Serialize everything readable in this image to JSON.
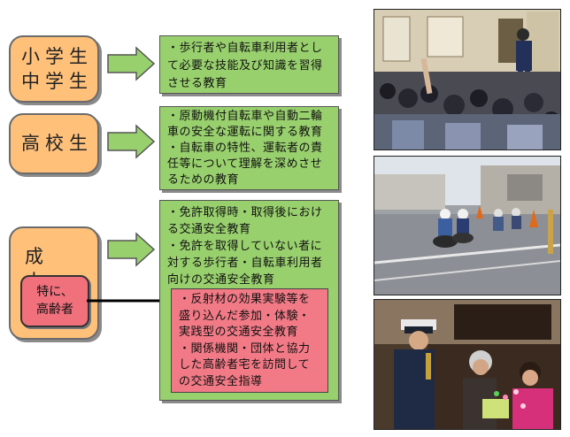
{
  "categories": {
    "students": {
      "line1": "小学生",
      "line2": "中学生"
    },
    "high_school": {
      "label": "高校生"
    },
    "adult": {
      "label": "成　　人",
      "sub_line1": "特に、",
      "sub_line2": "高齢者"
    }
  },
  "descriptions": {
    "students": [
      "・歩行者や自転車利用者とし",
      "て必要な技能及び知識を習得",
      "させる教育"
    ],
    "high_school": [
      "・原動機付自転車や自動二輪",
      "車の安全な運転に関する教育",
      "・自転車の特性、運転者の責",
      "任等について理解を深めさせ",
      "るための教育"
    ],
    "adult": [
      "・免許取得時・取得後におけ",
      "る交通安全教育",
      "・免許を取得していない者に",
      "対する歩行者・自転車利用者",
      "向けの交通安全教育"
    ],
    "elderly": [
      "・反射材の効果実験等を",
      "盛り込んだ参加・体験・",
      "実践型の交通安全教育",
      "・関係機関・団体と協力",
      "した高齢者宅を訪問して",
      "の交通安全指導"
    ]
  },
  "colors": {
    "category_fill": "#ffc07a",
    "description_fill": "#99d06e",
    "elderly_fill": "#f27a86",
    "arrow_fill": "#99d06e"
  },
  "photos": [
    {
      "icon": "classroom-photo"
    },
    {
      "icon": "motorcycle-course-photo"
    },
    {
      "icon": "home-visit-photo"
    }
  ]
}
